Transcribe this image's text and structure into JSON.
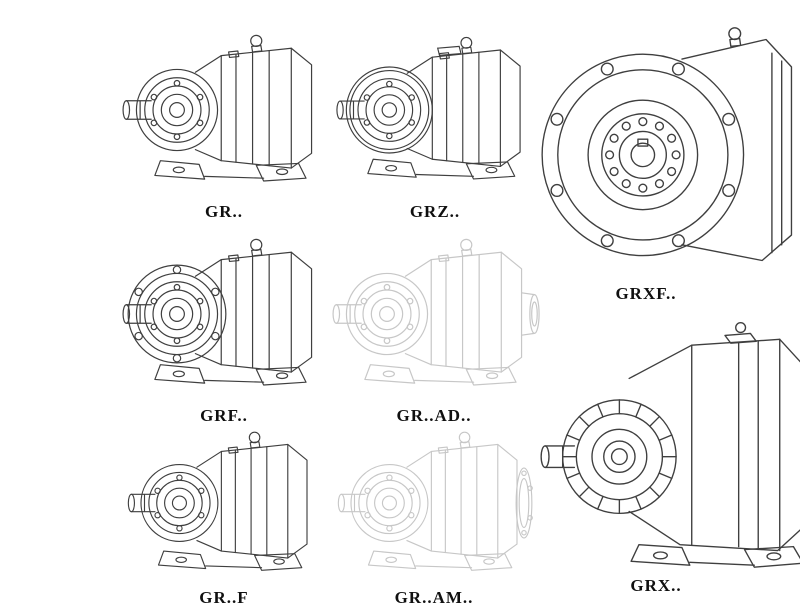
{
  "models": [
    {
      "id": "gr",
      "label": "GR.."
    },
    {
      "id": "grz",
      "label": "GRZ.."
    },
    {
      "id": "grxf",
      "label": "GRXF.."
    },
    {
      "id": "grf",
      "label": "GRF.."
    },
    {
      "id": "grad",
      "label": "GR..AD.."
    },
    {
      "id": "grff",
      "label": "GR..F"
    },
    {
      "id": "gram",
      "label": "GR..AM.."
    },
    {
      "id": "grx",
      "label": "GRX.."
    }
  ],
  "colors": {
    "ink": "#3f3f3f",
    "phantom": "#c7c7c7",
    "background": "#ffffff"
  }
}
